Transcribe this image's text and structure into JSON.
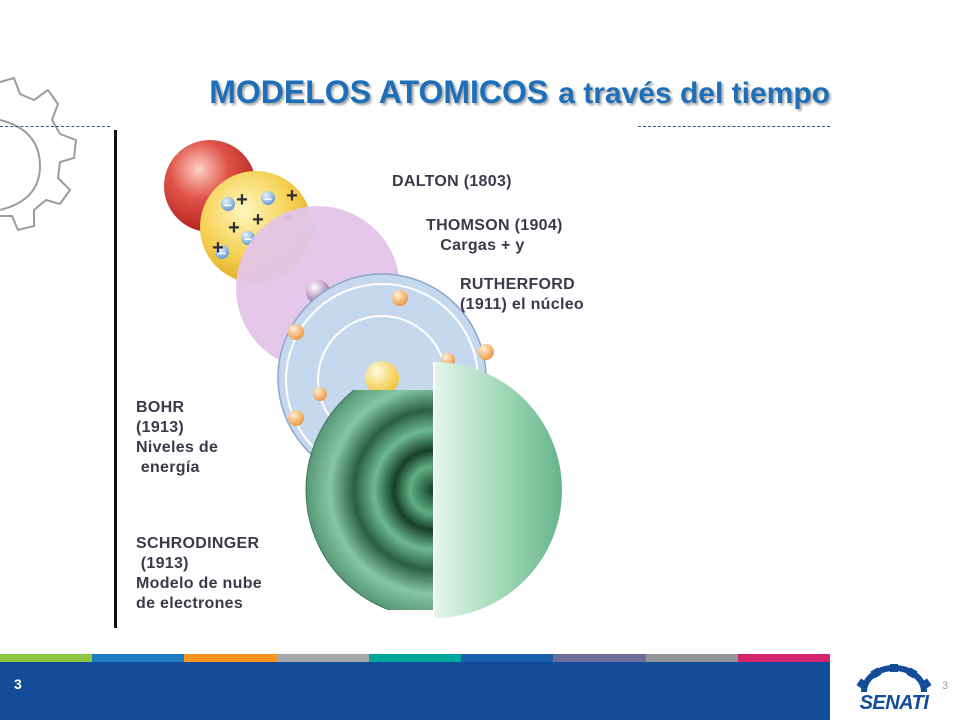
{
  "slide": {
    "title_main": "MODELOS ATOMICOS",
    "title_rest": "a través del tiempo",
    "page_number_left": "3",
    "page_number_right": "3"
  },
  "figure": {
    "labels": {
      "dalton": "DALTON (1803)",
      "thomson": "THOMSON (1904)\n   Cargas + y",
      "rutherford": "RUTHERFORD\n(1911) el núcleo",
      "bohr": "BOHR\n(1913)\nNiveles de\n energía",
      "schrodinger": "SCHRODINGER\n (1913)\nModelo de nube\nde electrones"
    },
    "thomson_signs": [
      "+",
      "−",
      "+",
      "−",
      "+",
      "+",
      "−",
      "+",
      "−",
      "+",
      "−"
    ]
  },
  "logo": {
    "text": "SENATI"
  },
  "colors": {
    "title": "#1e6fb9",
    "footer": "#134c98",
    "stripe": [
      "#8dc63f",
      "#1b7ec2",
      "#f7941d",
      "#a7a9ac",
      "#00a79d",
      "#1b5faa",
      "#6d6e9c",
      "#939598",
      "#d6246e"
    ]
  }
}
